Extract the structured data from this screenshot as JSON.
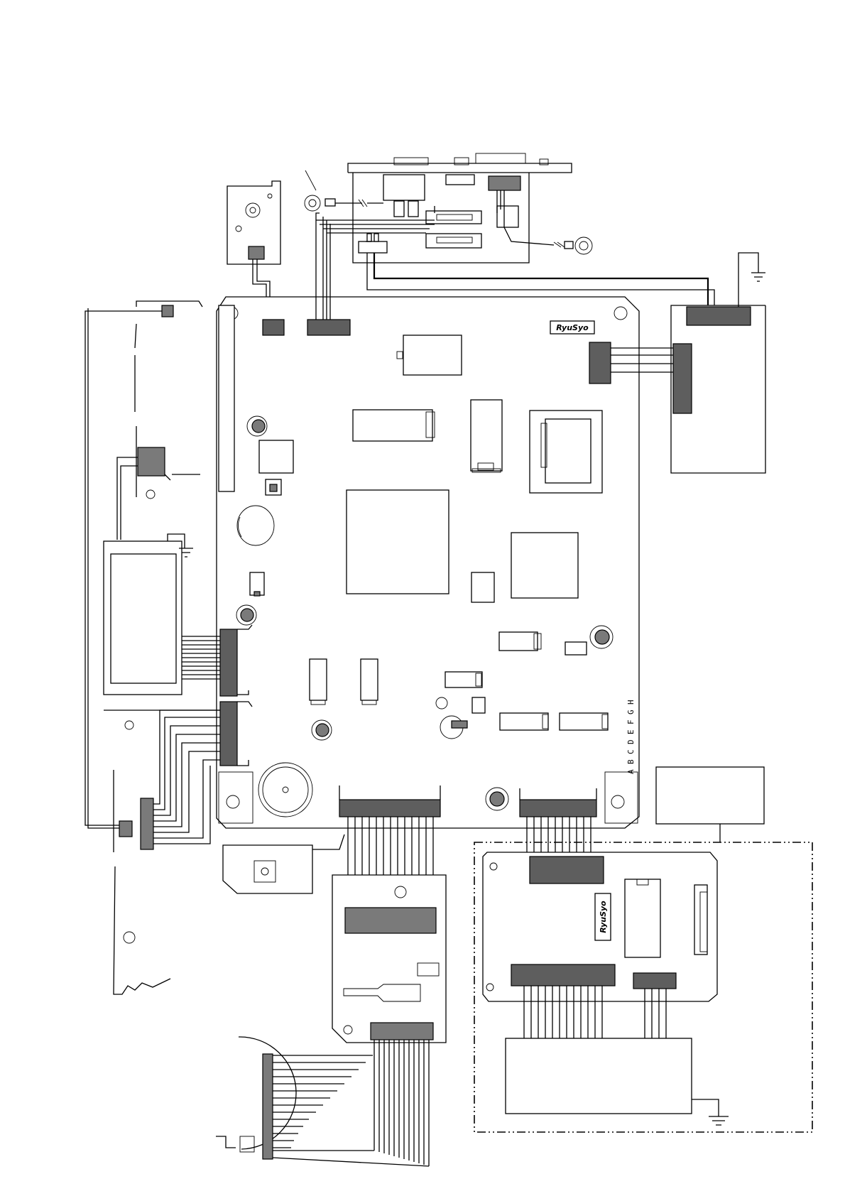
{
  "main_board": {
    "logo": "RyuSyo",
    "grid_labels": [
      "A",
      "B",
      "C",
      "D",
      "E",
      "F",
      "G",
      "H"
    ]
  },
  "sub_board": {
    "logo": "RyuSyo"
  }
}
